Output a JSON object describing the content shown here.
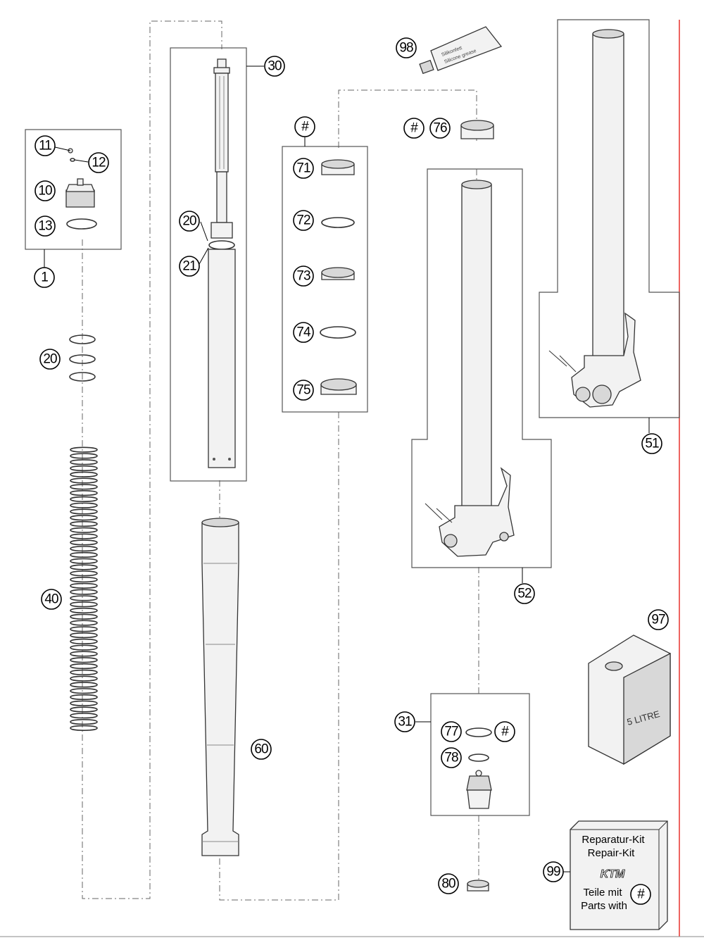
{
  "callouts": {
    "c1": "1",
    "c10": "10",
    "c11": "11",
    "c12": "12",
    "c13": "13",
    "c20a": "20",
    "c20b": "20",
    "c21": "21",
    "c30": "30",
    "c31": "31",
    "c40": "40",
    "c51": "51",
    "c52": "52",
    "c60": "60",
    "c71": "71",
    "c72": "72",
    "c73": "73",
    "c74": "74",
    "c75": "75",
    "c76": "76",
    "c77": "77",
    "c78": "78",
    "c80": "80",
    "c97": "97",
    "c98": "98",
    "c99": "99",
    "hash_top": "#",
    "hash_76": "#",
    "hash_77": "#",
    "hash_kit": "#"
  },
  "grease_tube": {
    "line1": "Silikonfett",
    "line2": "Silicone grease"
  },
  "oil_can": {
    "label": "5 LITRE"
  },
  "repair_kit": {
    "line1": "Reparatur-Kit",
    "line2": "Repair-Kit",
    "logo": "KTM",
    "line3": "Teile mit",
    "line4": "Parts with"
  },
  "colors": {
    "margin_line": "#e8322b",
    "stroke": "#333333",
    "part_fill": "#f2f2f2"
  }
}
